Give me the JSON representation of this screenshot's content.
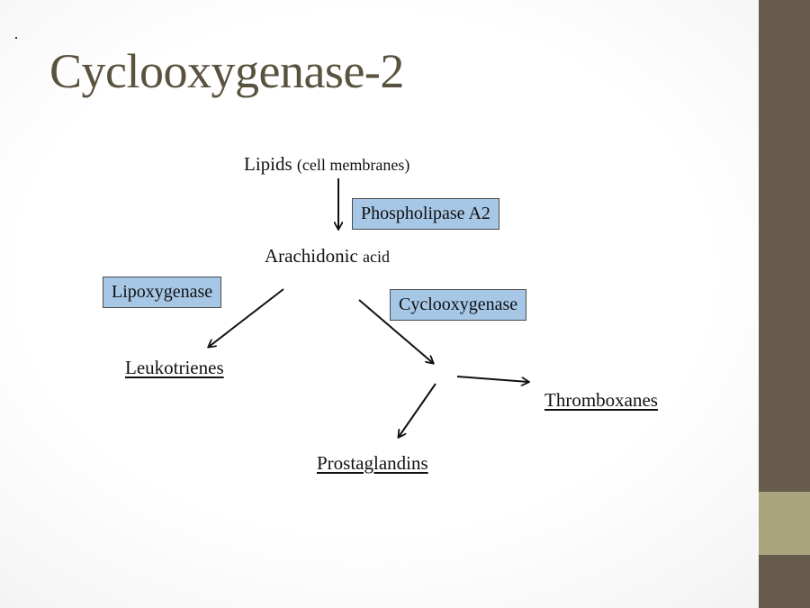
{
  "title": "Cyclooxygenase-2",
  "nodes": {
    "lipids": "Lipids",
    "lipids_note": "(cell membranes)",
    "arachidonic": "Arachidonic",
    "arachidonic_suffix": "acid",
    "leukotrienes": "Leukotrienes",
    "prostaglandins": "Prostaglandins",
    "thromboxanes": "Thromboxanes"
  },
  "enzymes": {
    "phospholipase": "Phospholipase A2",
    "lipoxygenase": "Lipoxygenase",
    "cyclooxygenase": "Cyclooxygenase"
  },
  "colors": {
    "sidebar": "#675b4b",
    "accent": "#a9a67e",
    "enzyme_box": "#a7c7e7",
    "title": "#59523f"
  }
}
